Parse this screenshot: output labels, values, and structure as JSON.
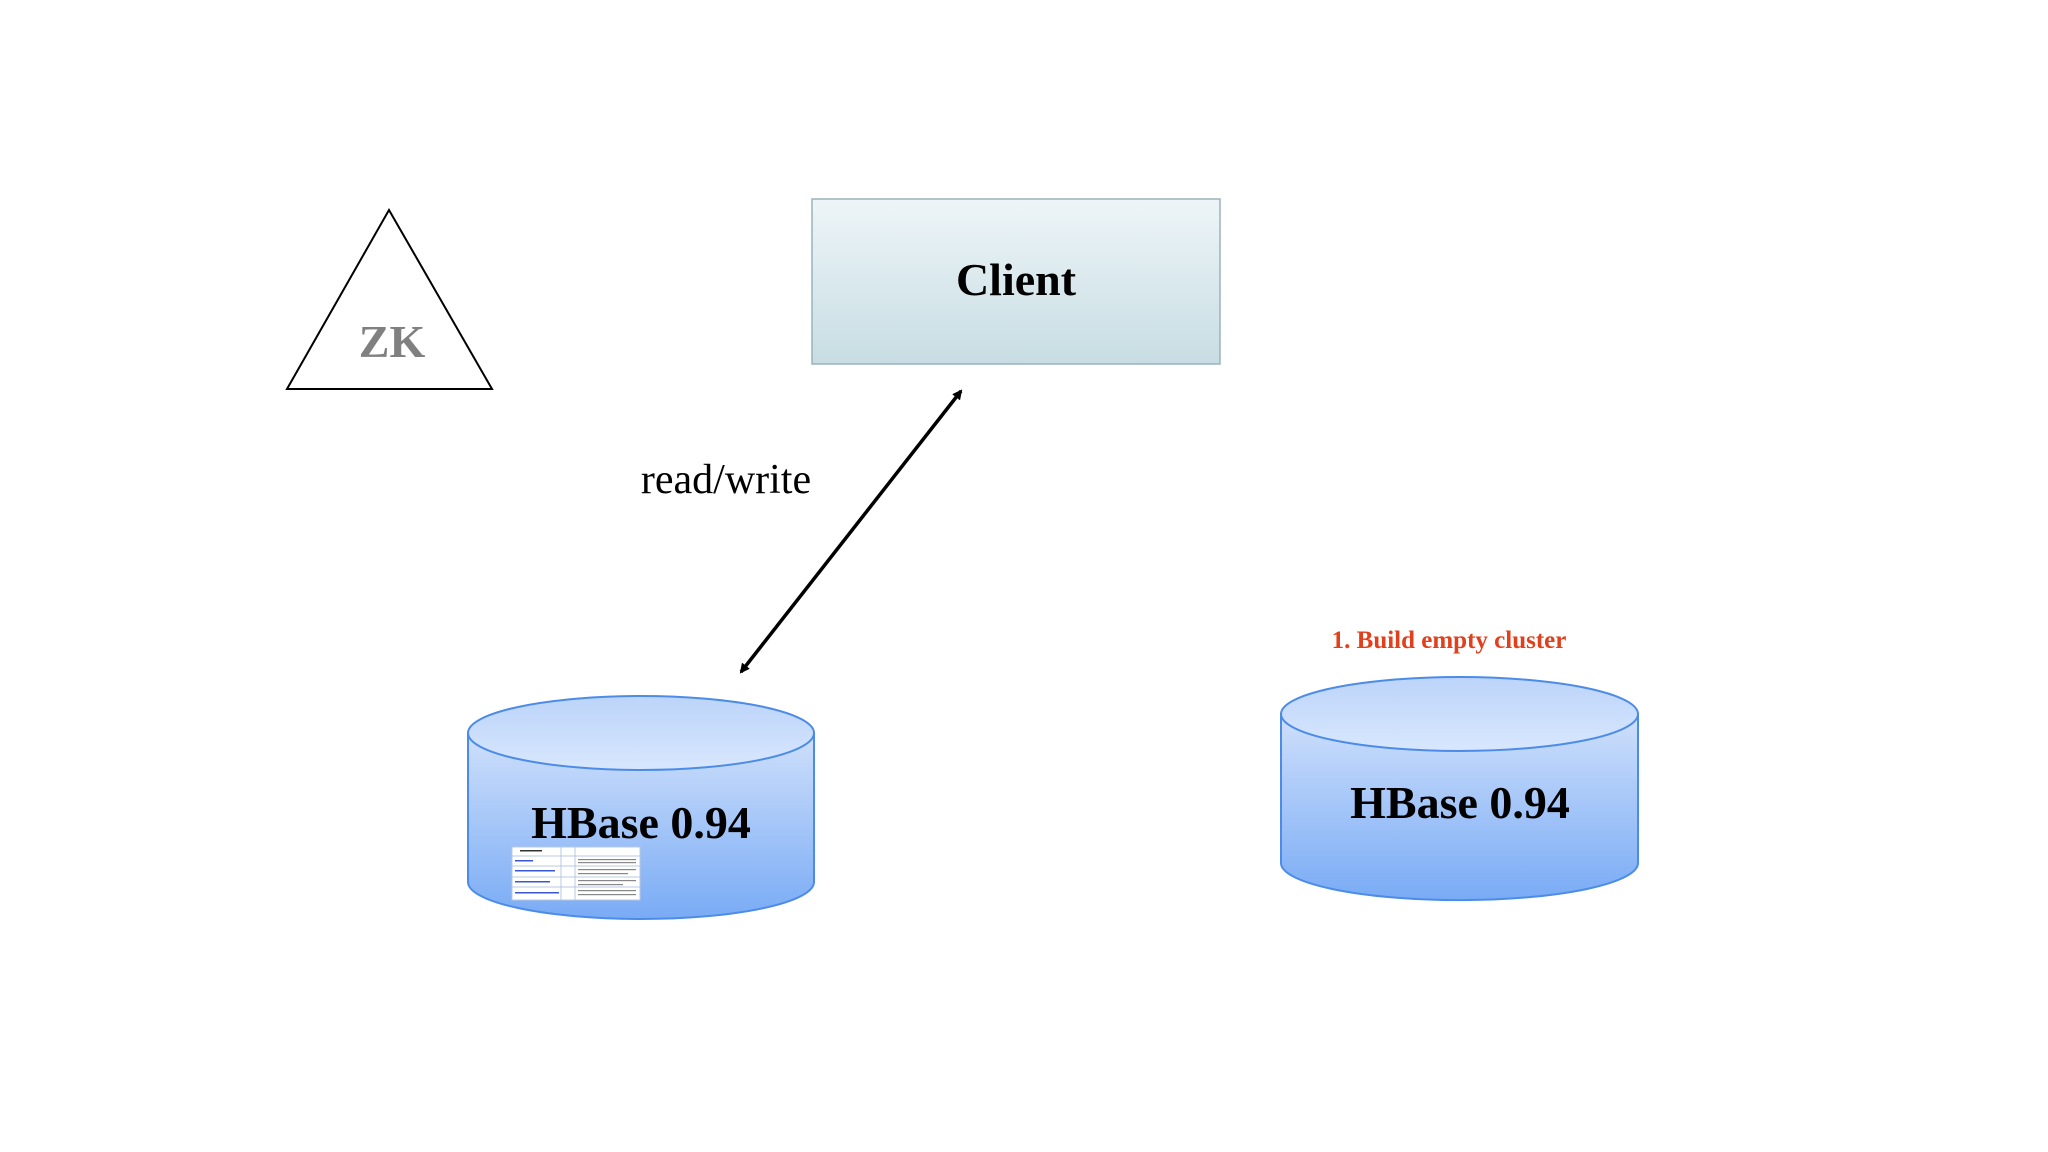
{
  "zk": {
    "label": "ZK"
  },
  "client": {
    "label": "Client"
  },
  "connection": {
    "label": "read/write"
  },
  "cluster_left": {
    "label": "HBase 0.94"
  },
  "cluster_right": {
    "label": "HBase 0.94",
    "annotation": "1. Build empty cluster"
  },
  "colors": {
    "annotation": "#e2401c",
    "cylinder_top": "#cfe0fb",
    "cylinder_bottom": "#79abf5",
    "client_fill_top": "#eef5f8",
    "client_fill_bottom": "#c7dde3",
    "zk_text": "#808080"
  }
}
